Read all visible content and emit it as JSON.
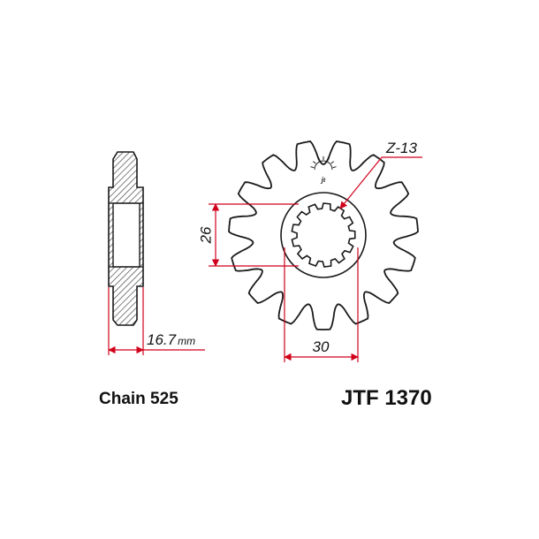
{
  "colors": {
    "outline": "#1a1a1a",
    "body_fill": "#ffffff",
    "hatch": "#4a4a4a",
    "dimension": "#d0021b",
    "text": "#111111"
  },
  "dimensions": {
    "thickness_value": "16.7",
    "thickness_unit": "mm",
    "inner_height_value": "26",
    "inner_width_value": "30",
    "spline_count_label": "Z-13"
  },
  "sprocket": {
    "teeth": 15,
    "splines": 13
  },
  "logo": {
    "text": "jt"
  },
  "captions": {
    "chain": "Chain 525",
    "part_number": "JTF 1370"
  }
}
